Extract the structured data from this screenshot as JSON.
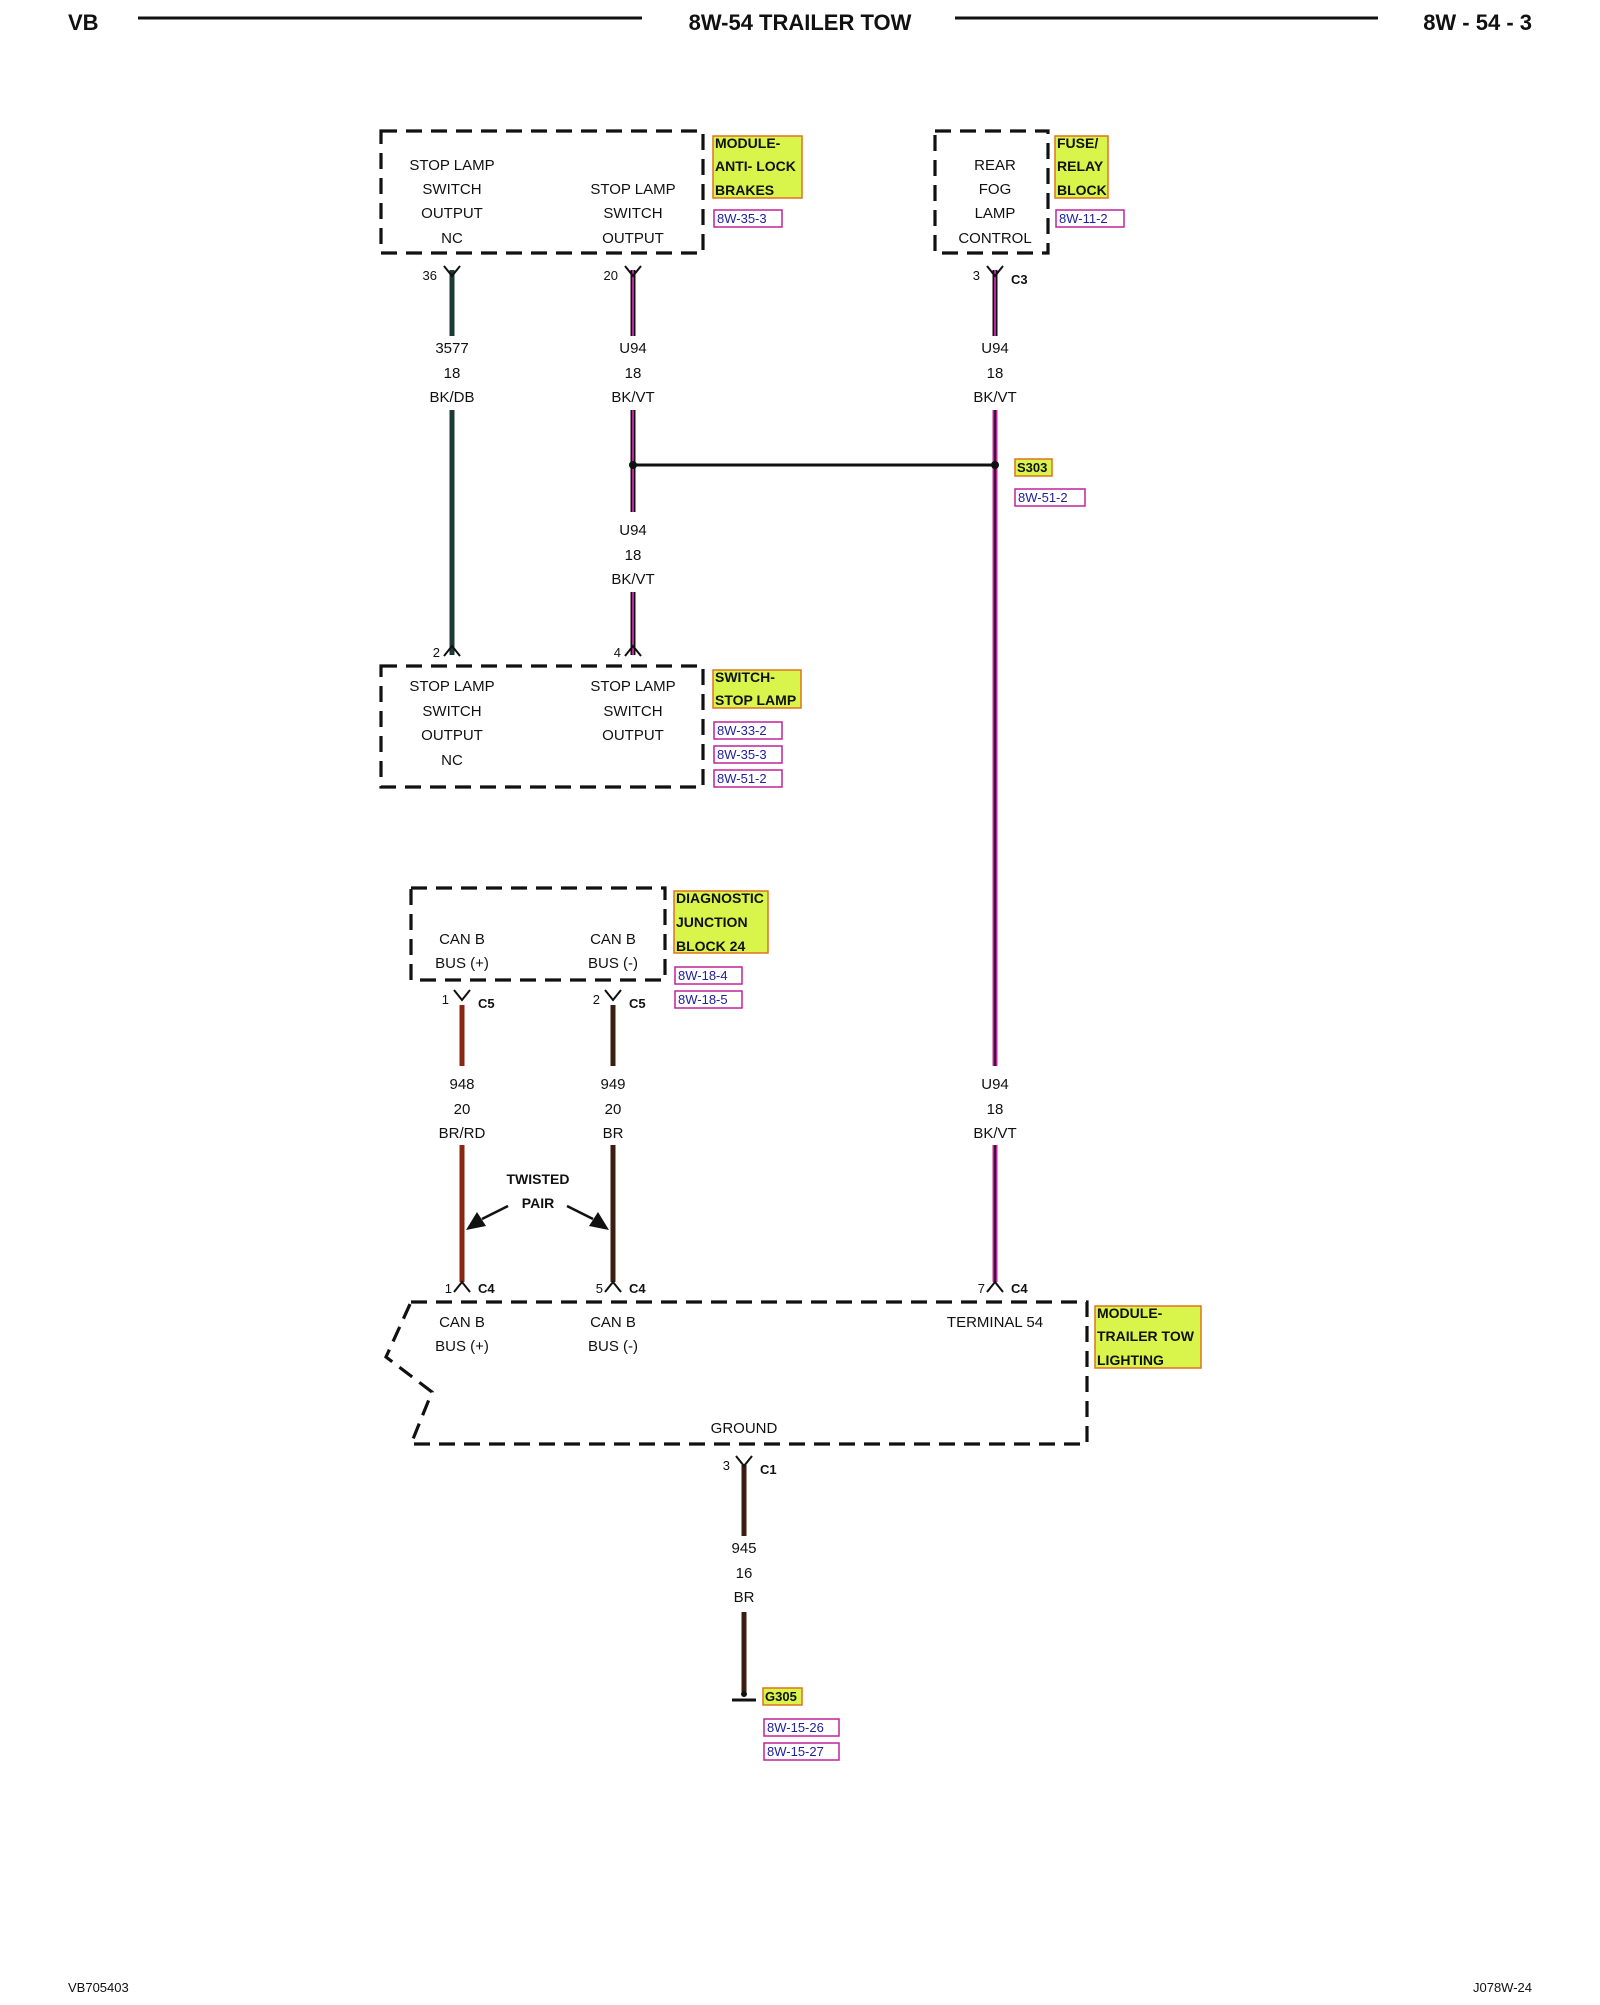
{
  "header": {
    "left": "VB",
    "title": "8W-54 TRAILER TOW",
    "right": "8W - 54 - 3"
  },
  "footer": {
    "left": "VB705403",
    "right": "J078W-24"
  },
  "colors": {
    "wire_bk_db": "#1d3b35",
    "wire_bk_vt": "#c0249a",
    "wire_br_rd": "#8a2512",
    "wire_br": "#3b1d12",
    "highlight_fill": "#d9f44a",
    "highlight_border": "#e0731f",
    "ref_border": "#c0249a",
    "ref_text": "#2020a0"
  },
  "components": {
    "abs": {
      "name": [
        "MODULE-",
        "ANTI- LOCK",
        "BRAKES"
      ],
      "refs": [
        "8W-35-3"
      ],
      "pin_36_label": [
        "STOP LAMP",
        "SWITCH",
        "OUTPUT",
        "NC"
      ],
      "pin_20_label": [
        "STOP LAMP",
        "SWITCH",
        "OUTPUT"
      ]
    },
    "fuse_relay": {
      "name": [
        "FUSE/",
        "RELAY",
        "BLOCK"
      ],
      "refs": [
        "8W-11-2"
      ],
      "pin_3_label": [
        "REAR",
        "FOG",
        "LAMP",
        "CONTROL"
      ]
    },
    "stop_lamp_switch": {
      "name": [
        "SWITCH-",
        "STOP LAMP"
      ],
      "refs": [
        "8W-33-2",
        "8W-35-3",
        "8W-51-2"
      ],
      "pin_2_label": [
        "STOP LAMP",
        "SWITCH",
        "OUTPUT",
        "NC"
      ],
      "pin_4_label": [
        "STOP LAMP",
        "SWITCH",
        "OUTPUT"
      ]
    },
    "djb": {
      "name": [
        "DIAGNOSTIC",
        "JUNCTION",
        "BLOCK 24"
      ],
      "refs": [
        "8W-18-4",
        "8W-18-5"
      ],
      "pin_1_label": [
        "CAN B",
        "BUS (+)"
      ],
      "pin_2_label": [
        "CAN B",
        "BUS (-)"
      ]
    },
    "trailer_module": {
      "name": [
        "MODULE-",
        "TRAILER TOW",
        "LIGHTING"
      ],
      "pin_1_label": [
        "CAN B",
        "BUS (+)"
      ],
      "pin_5_label": [
        "CAN B",
        "BUS (-)"
      ],
      "pin_7_label": [
        "TERMINAL 54"
      ],
      "pin_3_label": [
        "GROUND"
      ]
    }
  },
  "pins": {
    "abs_36": "36",
    "abs_20": "20",
    "fuse_3": "3",
    "fuse_conn": "C3",
    "sw_2": "2",
    "sw_4": "4",
    "djb_1": "1",
    "djb_1_conn": "C5",
    "djb_2": "2",
    "djb_2_conn": "C5",
    "tm_1": "1",
    "tm_1_conn": "C4",
    "tm_5": "5",
    "tm_5_conn": "C4",
    "tm_7": "7",
    "tm_7_conn": "C4",
    "tm_3": "3",
    "tm_3_conn": "C1"
  },
  "wires": {
    "w3577": [
      "3577",
      "18",
      "BK/DB"
    ],
    "wu94_abs": [
      "U94",
      "18",
      "BK/VT"
    ],
    "wu94_fuse": [
      "U94",
      "18",
      "BK/VT"
    ],
    "wu94_sw": [
      "U94",
      "18",
      "BK/VT"
    ],
    "w948": [
      "948",
      "20",
      "BR/RD"
    ],
    "w949": [
      "949",
      "20",
      "BR"
    ],
    "wu94_tm": [
      "U94",
      "18",
      "BK/VT"
    ],
    "w945": [
      "945",
      "16",
      "BR"
    ]
  },
  "splice": {
    "name": "S303",
    "refs": [
      "8W-51-2"
    ]
  },
  "twisted_pair": [
    "TWISTED",
    "PAIR"
  ],
  "ground": {
    "name": "G305",
    "refs": [
      "8W-15-26",
      "8W-15-27"
    ]
  }
}
